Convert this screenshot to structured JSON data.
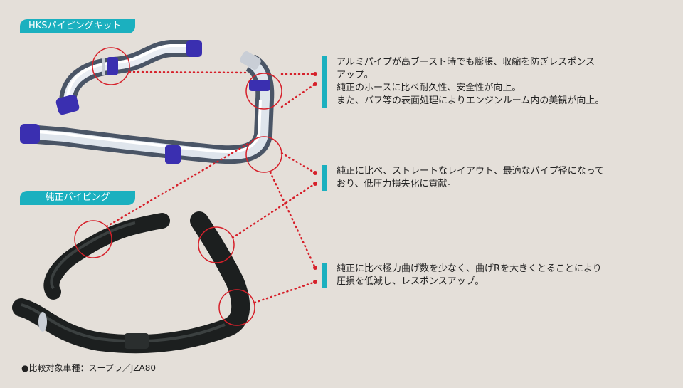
{
  "labels": {
    "hks_kit": "HKSパイピングキット",
    "genuine_piping": "純正パイピング"
  },
  "descriptions": [
    {
      "lines": [
        "アルミパイプが高ブースト時でも膨張、収縮を防ぎレスポンス",
        "アップ。",
        "純正のホースに比べ耐久性、安全性が向上。",
        "また、バフ等の表面処理によりエンジンルーム内の美観が向上。"
      ]
    },
    {
      "lines": [
        "純正に比べ、ストレートなレイアウト、最適なパイプ径になって",
        "おり、低圧力損失化に貢献。"
      ]
    },
    {
      "lines": [
        "純正に比べ極力曲げ数を少なく、曲げRを大きくとることにより",
        "圧損を低減し、レスポンスアップ。"
      ]
    }
  ],
  "footnote": "●比較対象車種：スープラ／JZA80",
  "colors": {
    "background": "#e4dfd9",
    "accent": "#1bb0bf",
    "callout": "#d6202a",
    "coupler": "#3a2fb0",
    "genuine_hose": "#1c1f1f"
  }
}
